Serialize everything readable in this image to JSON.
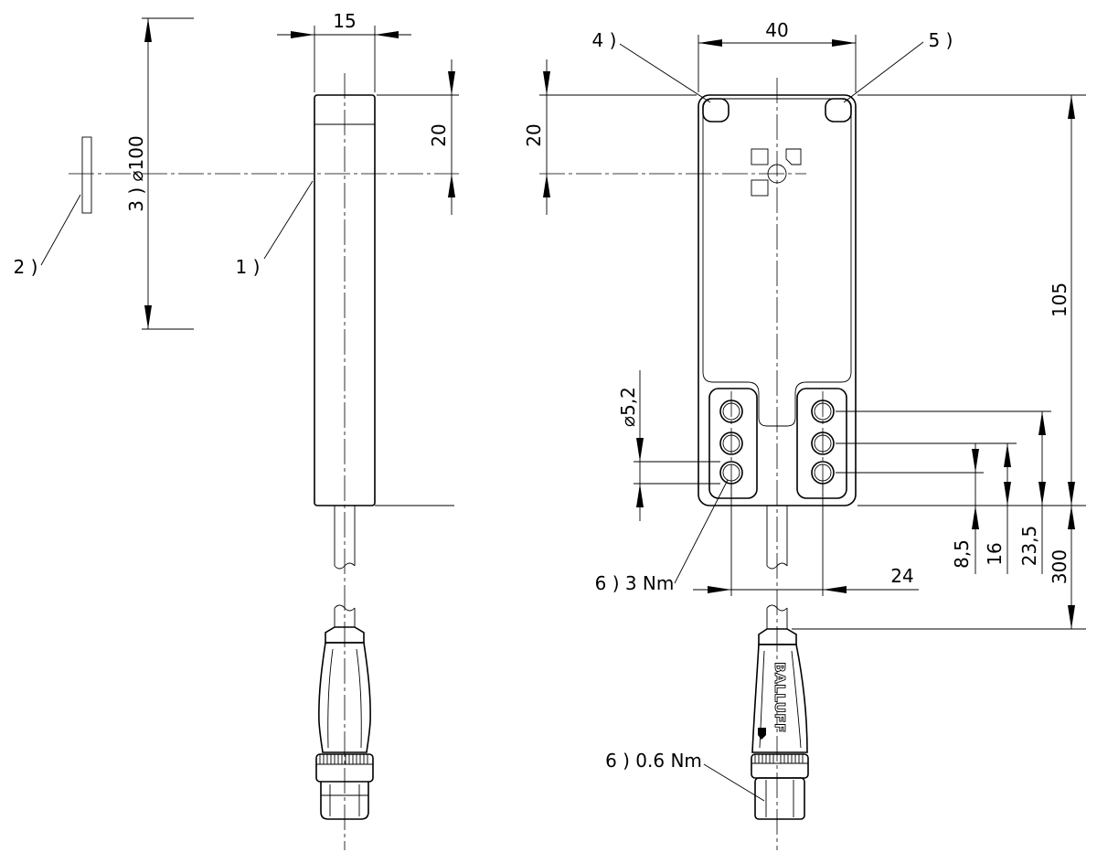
{
  "drawing": {
    "dimensions": {
      "side_width": "15",
      "front_width": "40",
      "side_offset": "20",
      "front_offset": "20",
      "length": "105",
      "cable_length": "300",
      "hole_spacing": "24",
      "hole_row_1": "8,5",
      "hole_row_2": "16",
      "hole_row_3": "23,5",
      "hole_diameter": "⌀5,2",
      "target_diameter": "3 ) ⌀100"
    },
    "callouts": {
      "c1": "1 )",
      "c2": "2 )",
      "c4": "4 )",
      "c5": "5 )",
      "screw_torque": "6 ) 3 Nm",
      "connector_torque": "6 ) 0.6 Nm"
    },
    "connector_brand": "BALLUFF",
    "colors": {
      "line": "#000000",
      "background": "#ffffff"
    }
  }
}
